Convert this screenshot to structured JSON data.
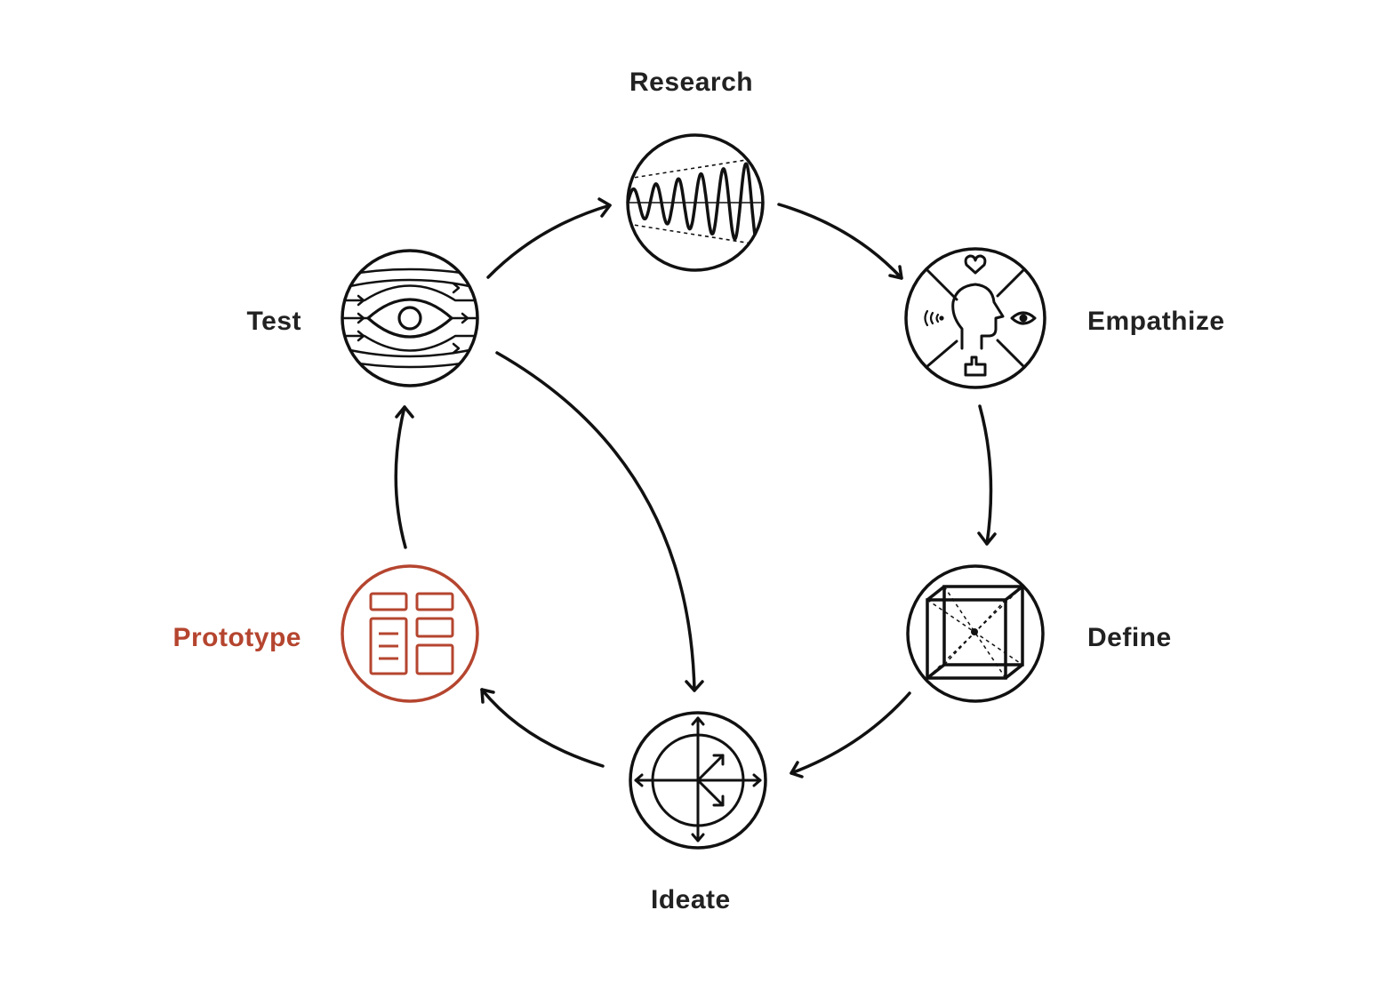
{
  "colors": {
    "ink": "#111111",
    "text": "#222222",
    "accent": "#b5452f",
    "background": "#ffffff"
  },
  "steps": [
    {
      "id": "research",
      "label": "Research",
      "icon": "waveform-icon"
    },
    {
      "id": "empathize",
      "label": "Empathize",
      "icon": "head-senses-icon"
    },
    {
      "id": "define",
      "label": "Define",
      "icon": "cube-icon"
    },
    {
      "id": "ideate",
      "label": "Ideate",
      "icon": "compass-arrows-icon"
    },
    {
      "id": "prototype",
      "label": "Prototype",
      "icon": "layout-grid-icon",
      "highlighted": true
    },
    {
      "id": "test",
      "label": "Test",
      "icon": "eye-flow-icon"
    }
  ],
  "flows": [
    {
      "from": "research",
      "to": "empathize"
    },
    {
      "from": "empathize",
      "to": "define"
    },
    {
      "from": "define",
      "to": "ideate"
    },
    {
      "from": "ideate",
      "to": "prototype"
    },
    {
      "from": "prototype",
      "to": "test"
    },
    {
      "from": "test",
      "to": "research"
    },
    {
      "from": "test",
      "to": "ideate"
    }
  ]
}
